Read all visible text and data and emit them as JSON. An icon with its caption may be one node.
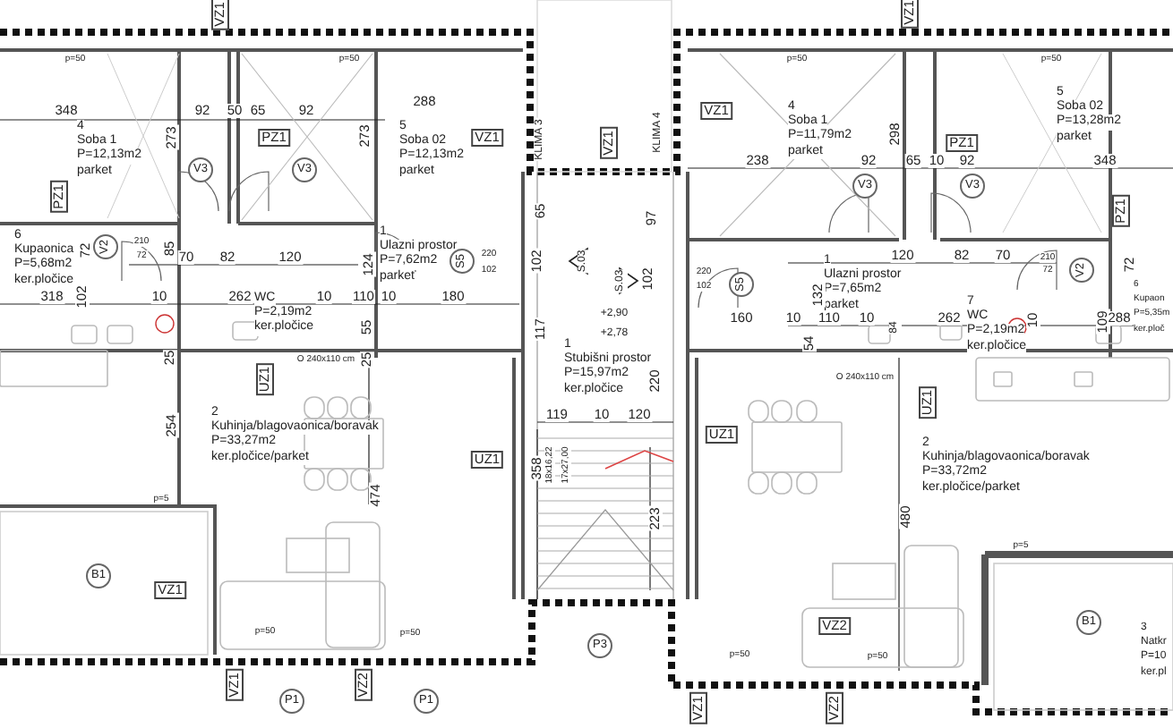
{
  "diagram": {
    "nodes": [
      {
        "text": [
          "4",
          "Soba 1",
          "P=12,13m2",
          "parket"
        ]
      },
      {
        "text": [
          "5",
          "Soba 02",
          "P=12,13m2",
          "parket"
        ]
      },
      {
        "text": [
          "6",
          "Kupaonica",
          "P=5,68m2",
          "ker.pločice"
        ]
      },
      {
        "text": [
          "WC",
          "P=2,19m2",
          "ker.pločice"
        ]
      },
      {
        "text": [
          "1",
          "Ulazni prostor",
          "P=7,62m2",
          "parket"
        ]
      },
      {
        "text": [
          "1",
          "Stubišni prostor",
          "P=15,97m2",
          "ker.pločice"
        ]
      },
      {
        "text": [
          "4",
          "Soba 1",
          "P=11,79m2",
          "parket"
        ]
      },
      {
        "text": [
          "5",
          "Soba 02",
          "P=13,28m2",
          "parket"
        ]
      },
      {
        "text": [
          "1",
          "Ulazni prostor",
          "P=7,65m2",
          "parket"
        ]
      },
      {
        "text": [
          "7",
          "WC",
          "P=2,19m2",
          "ker.pločice"
        ]
      },
      {
        "text": [
          "6",
          "Kupaon",
          "P=5,35m",
          "ker.ploč"
        ]
      },
      {
        "text": [
          "2",
          "Kuhinja/blagovaonica/boravak",
          "P=33,27m2",
          "ker.pločice/parket"
        ]
      },
      {
        "text": [
          "2",
          "Kuhinja/blagovaonica/boravak",
          "P=33,72m2",
          "ker.pločice/parket"
        ]
      },
      {
        "text": [
          "3",
          "Natkr",
          "P=10",
          "ker.pl"
        ]
      },
      {
        "text": [
          "PZ1"
        ]
      },
      {
        "text": [
          "PZ1"
        ]
      },
      {
        "text": [
          "VZ1"
        ]
      },
      {
        "text": [
          "VZ1"
        ]
      },
      {
        "text": [
          "VZ1"
        ]
      },
      {
        "text": [
          "PZ1"
        ]
      },
      {
        "text": [
          "PZ1"
        ]
      },
      {
        "text": [
          "UZ1"
        ]
      },
      {
        "text": [
          "UZ1"
        ]
      },
      {
        "text": [
          "UZ1"
        ]
      },
      {
        "text": [
          "UZ1"
        ]
      },
      {
        "text": [
          "VZ1"
        ]
      },
      {
        "text": [
          "VZ1"
        ]
      },
      {
        "text": [
          "VZ2"
        ]
      },
      {
        "text": [
          "VZ1"
        ]
      },
      {
        "text": [
          "VZ2"
        ]
      },
      {
        "text": [
          "VZ2"
        ]
      },
      {
        "text": [
          "VZ1"
        ]
      },
      {
        "text": [
          "VZ1"
        ]
      },
      {
        "text": [
          "V3"
        ]
      },
      {
        "text": [
          "V3"
        ]
      },
      {
        "text": [
          "V3"
        ]
      },
      {
        "text": [
          "V3"
        ]
      },
      {
        "text": [
          "V2"
        ]
      },
      {
        "text": [
          "S5"
        ]
      },
      {
        "text": [
          "S5"
        ]
      },
      {
        "text": [
          "V2"
        ]
      },
      {
        "text": [
          "B1"
        ]
      },
      {
        "text": [
          "B1"
        ]
      },
      {
        "text": [
          "P1"
        ]
      },
      {
        "text": [
          "P1"
        ]
      },
      {
        "text": [
          "P3"
        ]
      }
    ],
    "labels": [
      "p=50",
      "p=50",
      "p=50",
      "p=50",
      "348",
      "92",
      "50",
      "65",
      "92",
      "273",
      "273",
      "288",
      "KLIMA 3",
      "KLIMA 4",
      "210",
      "72",
      "72",
      "85",
      "70",
      "82",
      "120",
      "124",
      "318",
      "102",
      "10",
      "262",
      "10",
      "110",
      "10",
      "180",
      "55",
      "25",
      "25",
      "O 240x110 cm",
      "65",
      "220",
      "102",
      "102",
      "S.03",
      "97",
      "S.03",
      "102",
      "220",
      "102",
      "117",
      "+2,90",
      "+2,78",
      "160",
      "238",
      "92",
      "298",
      "65",
      "10",
      "92",
      "348",
      "120",
      "82",
      "70",
      "210",
      "72",
      "72",
      "132",
      "10",
      "110",
      "10",
      "84",
      "262",
      "10",
      "109",
      "288",
      "54",
      "O 240x110 cm",
      "220",
      "119",
      "10",
      "120",
      "18x16,22",
      "17x27,00",
      "358",
      "223",
      "254",
      "474",
      "480",
      "p=5",
      "p=50",
      "p=50",
      "p=50",
      "p=50",
      "p=5"
    ]
  }
}
